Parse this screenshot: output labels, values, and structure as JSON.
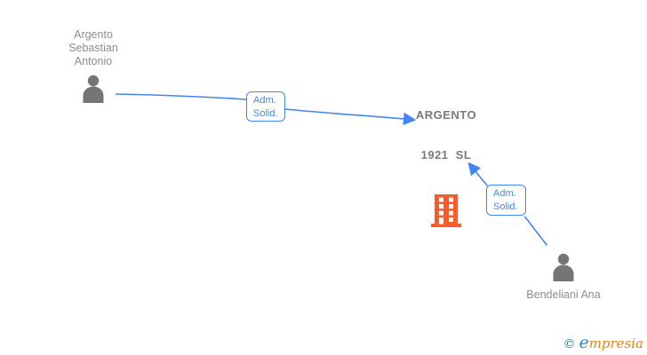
{
  "nodes": {
    "person_1": {
      "type": "person",
      "label": "Argento Sebastian Antonio"
    },
    "company": {
      "type": "company",
      "label_line1": "ARGENTO",
      "label_line2": "1921  SL"
    },
    "person_2": {
      "type": "person",
      "label": "Bendeliani Ana"
    }
  },
  "edges": [
    {
      "from": "Argento Sebastian Antonio",
      "to": "ARGENTO 1921 SL",
      "label_line1": "Adm.",
      "label_line2": "Solid."
    },
    {
      "from": "Bendeliani Ana",
      "to": "ARGENTO 1921 SL",
      "label_line1": "Adm.",
      "label_line2": "Solid."
    }
  ],
  "colors": {
    "edge_blue": "#4285f4",
    "person_icon_gray": "#757575",
    "person_label_gray": "#8d8d8d",
    "company_label_gray": "#7a7a7a",
    "building_orange": "#fb5a2b",
    "background": "#ffffff",
    "logo_copyright_teal": "#2c7d8c",
    "logo_initial_blue": "#2e86c8",
    "logo_rest_orange": "#ea820e"
  },
  "footer": {
    "copyright": "©",
    "brand_initial": "e",
    "brand_rest": "mpresia"
  }
}
